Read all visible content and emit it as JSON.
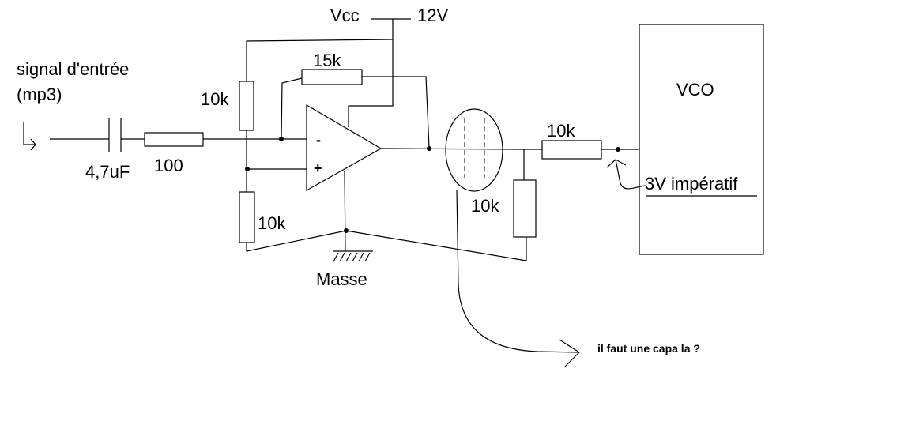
{
  "diagram": {
    "type": "circuit-schematic",
    "input": {
      "label_line1": "signal d'entrée",
      "label_line2": "(mp3)"
    },
    "supply": {
      "vcc_label": "Vcc",
      "voltage_label": "12V"
    },
    "components": {
      "input_capacitor": "4,7uF",
      "input_resistor": "100",
      "divider_top_resistor": "10k",
      "divider_bottom_resistor": "10k",
      "feedback_resistor": "15k",
      "series_resistor": "10k",
      "shunt_resistor": "10k"
    },
    "opamp": {
      "minus_label": "-",
      "plus_label": "+"
    },
    "ground_label": "Masse",
    "vco_label": "VCO",
    "vco_note": "3V impératif",
    "question": "il faut une capa la ?"
  }
}
